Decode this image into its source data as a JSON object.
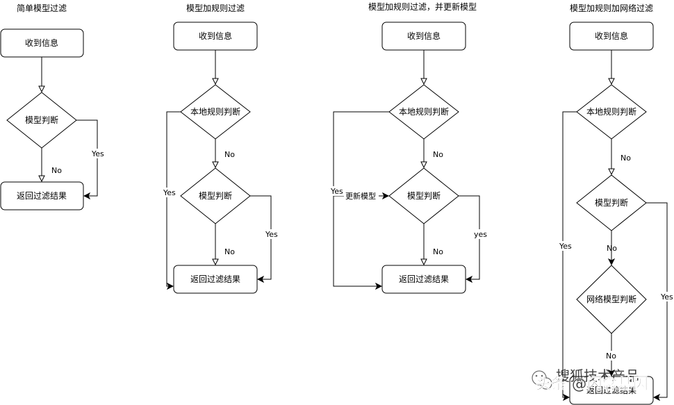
{
  "diagrams": [
    {
      "title": "简单模型过滤",
      "nodes": {
        "receive": "收到信息",
        "model": "模型判断",
        "result": "返回过滤结果"
      },
      "edges": {
        "yes": "Yes",
        "no": "No"
      }
    },
    {
      "title": "模型加规则过滤",
      "nodes": {
        "receive": "收到信息",
        "local_rule": "本地规则判断",
        "model": "模型判断",
        "result": "返回过滤结果"
      },
      "edges": {
        "rule_yes": "Yes",
        "rule_no": "No",
        "model_yes": "Yes",
        "model_no": "No"
      }
    },
    {
      "title": "模型加规则过滤，并更新模型",
      "nodes": {
        "receive": "收到信息",
        "local_rule": "本地规则判断",
        "model": "模型判断",
        "result": "返回过滤结果"
      },
      "edges": {
        "rule_yes": "Yes",
        "update": "更新模型",
        "rule_no": "No",
        "model_yes": "yes",
        "model_no": "No"
      }
    },
    {
      "title": "模型加规则加网络过滤",
      "nodes": {
        "receive": "收到信息",
        "local_rule": "本地规则判断",
        "model": "模型判断",
        "network_model": "网络模型判断",
        "result": "返回过滤结果"
      },
      "edges": {
        "rule_no": "No",
        "rule_yes": "Yes",
        "model_no": "No",
        "model_yes": "Yes",
        "network_no": "No"
      }
    }
  ],
  "watermark": {
    "line1": "搜狐技术产品",
    "line2": "头条 @闪念基因"
  }
}
